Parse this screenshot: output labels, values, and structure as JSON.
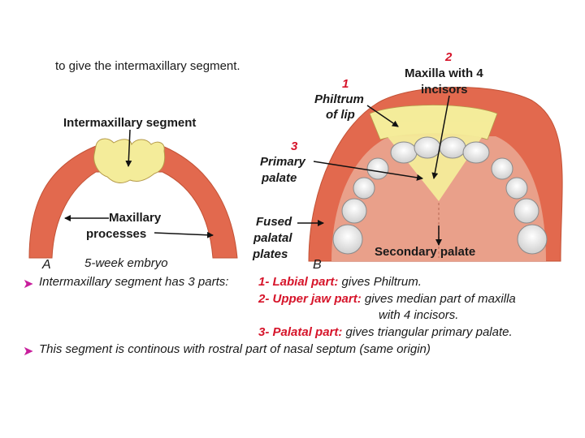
{
  "intro_text": "to give the intermaxillary segment.",
  "figure_a": {
    "panel_letter": "A",
    "label_intermaxillary": "Intermaxillary segment",
    "label_maxillary_1": "Maxillary",
    "label_maxillary_2": "processes",
    "caption": "5-week embryo"
  },
  "figure_b": {
    "panel_letter": "B",
    "num_1": "1",
    "philtrum_1": "Philtrum",
    "philtrum_2": "of lip",
    "num_2": "2",
    "maxilla_1": "Maxilla with 4",
    "maxilla_2": "incisors",
    "num_3": "3",
    "primary_1": "Primary",
    "primary_2": "palate",
    "fused_1": "Fused",
    "fused_2": "palatal",
    "fused_3": "plates",
    "secondary": "Secondary palate"
  },
  "notes": {
    "line1_prefix": "Intermaxillary segment has 3 parts: ",
    "part1_label": "1- Labial part:",
    "part1_text": " gives Philtrum.",
    "part2_label": "2- Upper jaw part:",
    "part2_text": " gives median part of maxilla",
    "part2_text_cont": "with 4 incisors.",
    "part3_label": "3- Palatal part:",
    "part3_text": " gives triangular primary palate.",
    "line5": "This segment is continous with rostral part of nasal septum (same origin)"
  },
  "colors": {
    "maxilla_red": "#e2694e",
    "segment_yellow": "#f4ec9a",
    "palate_pink": "#e9a08a",
    "accent_red": "#d6142a",
    "bullet_magenta": "#c81e9c"
  }
}
